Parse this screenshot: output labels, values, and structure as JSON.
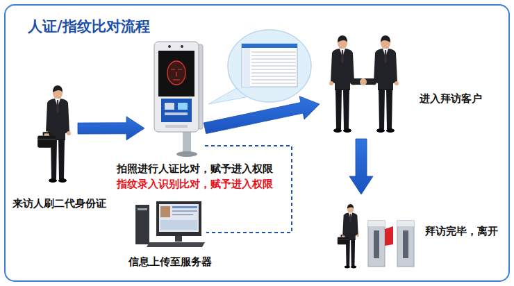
{
  "diagram": {
    "title": "人证/指纹比对流程",
    "nodes": [
      {
        "text": [
          "来访人刷二代身份证"
        ]
      },
      {
        "text": [
          "拍照进行人证比对，赋予进入权限",
          "指纹录入识别比对，赋予进入权限"
        ]
      },
      {
        "text": [
          "进入拜访客户"
        ]
      },
      {
        "text": [
          "拜访完毕，离开"
        ]
      },
      {
        "text": [
          "信息上传至服务器"
        ]
      }
    ],
    "edges": [
      {
        "from": 0,
        "to": 1,
        "arrow": "to"
      },
      {
        "from": 1,
        "to": 2,
        "arrow": "to"
      },
      {
        "from": 2,
        "to": 3,
        "arrow": "to"
      },
      {
        "from": 1,
        "to": 4,
        "arrow": "none"
      }
    ]
  }
}
